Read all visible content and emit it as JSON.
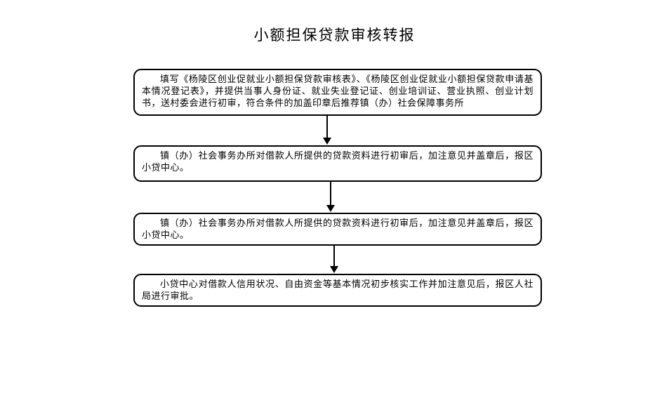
{
  "page": {
    "title": "小额担保贷款审核转报"
  },
  "flowchart": {
    "steps": [
      {
        "text": "填写《杨陵区创业促就业小额担保贷款审核表》、《杨陵区创业促就业小额担保贷款申请基本情况登记表》，并提供当事人身份证、就业失业登记证、创业培训证、营业执照、创业计划书，送村委会进行初审，符合条件的加盖印章后推荐镇（办）社会保障事务所"
      },
      {
        "text": "镇（办）社会事务办所对借款人所提供的贷款资料进行初审后，加注意见并盖章后，报区小贷中心。"
      },
      {
        "text": "镇（办）社会事务办所对借款人所提供的贷款资料进行初审后，加注意见并盖章后，报区小贷中心。"
      },
      {
        "text": "小贷中心对借款人信用状况、自由资金等基本情况初步核实工作并加注意见后，报区人社局进行审批。"
      }
    ],
    "connector_icon": "arrow-down-icon"
  },
  "colors": {
    "ink": "#000000",
    "background": "#ffffff"
  }
}
